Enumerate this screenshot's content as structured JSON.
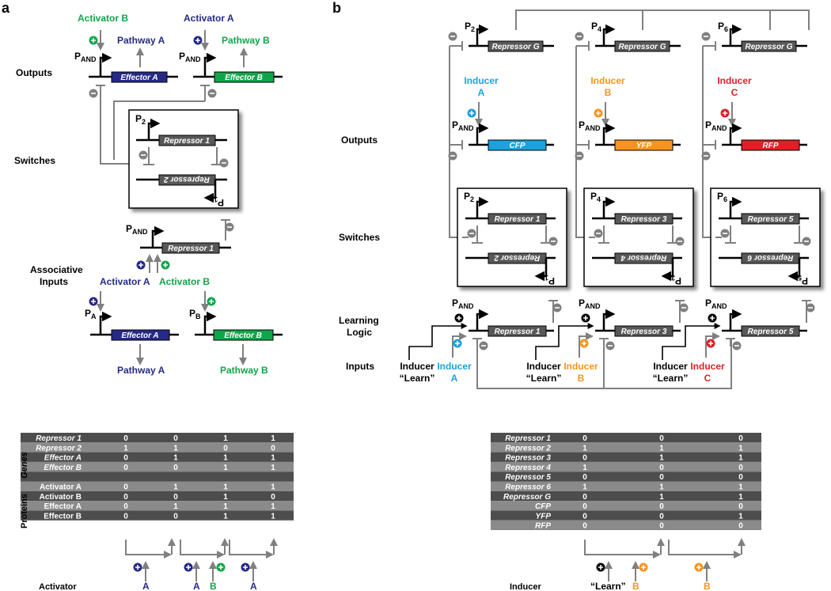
{
  "panels": {
    "a": "a",
    "b": "b"
  },
  "colors": {
    "navy": "#262a86",
    "green": "#11a54a",
    "cyan": "#1ba2dc",
    "orange": "#f7941d",
    "red": "#e21e26",
    "gray_line": "#808080",
    "gene_box": "#585858",
    "table_dark": "#4d4d4d",
    "table_light": "#8a8a8a"
  },
  "icons": {
    "plus": "plus-circle-icon",
    "minus": "minus-circle-icon",
    "promoter": "promoter-arrow-icon",
    "repression": "repression-tbar-icon"
  },
  "panel_a": {
    "sections": {
      "outputs": "Outputs",
      "switches": "Switches",
      "associative_inputs": [
        "Associative",
        "Inputs"
      ]
    },
    "outputs": {
      "act_b_top": "Activator B",
      "act_a_top": "Activator A",
      "pathway_a": "Pathway A",
      "pathway_b": "Pathway B",
      "p_and": "P",
      "p_and_sub": "AND",
      "effector_a": "Effector A",
      "effector_b": "Effector B"
    },
    "switch": {
      "p2": "P",
      "p2_sub": "2",
      "p1": "P",
      "p1_sub": "1",
      "repressor1": "Repressor 1",
      "repressor2": "Repressor 2"
    },
    "assoc": {
      "p_and": "P",
      "p_and_sub": "AND",
      "repressor1": "Repressor 1",
      "act_a": "Activator A",
      "act_b": "Activator B"
    },
    "inputs": {
      "pa": "P",
      "pa_sub": "A",
      "pb": "P",
      "pb_sub": "B",
      "effector_a": "Effector A",
      "effector_b": "Effector B",
      "pathway_a": "Pathway A",
      "pathway_b": "Pathway B"
    },
    "table": {
      "genes_label": "Genes",
      "proteins_label": "Proteins",
      "rows": [
        {
          "name": "Repressor 1",
          "italic": true,
          "values": [
            "0",
            "0",
            "1",
            "1"
          ]
        },
        {
          "name": "Repressor 2",
          "italic": true,
          "values": [
            "1",
            "1",
            "0",
            "0"
          ]
        },
        {
          "name": "Effector A",
          "italic": true,
          "values": [
            "0",
            "1",
            "1",
            "1"
          ]
        },
        {
          "name": "Effector B",
          "italic": true,
          "values": [
            "0",
            "0",
            "1",
            "1"
          ]
        },
        {
          "name": "",
          "italic": false,
          "values": [
            "",
            "",
            "",
            ""
          ]
        },
        {
          "name": "Activator A",
          "italic": false,
          "values": [
            "0",
            "1",
            "1",
            "1"
          ]
        },
        {
          "name": "Activator B",
          "italic": false,
          "values": [
            "0",
            "0",
            "1",
            "0"
          ]
        },
        {
          "name": "Effector A",
          "italic": false,
          "values": [
            "0",
            "1",
            "1",
            "1"
          ]
        },
        {
          "name": "Effector B",
          "italic": false,
          "values": [
            "0",
            "0",
            "1",
            "1"
          ]
        }
      ]
    },
    "axis": {
      "label": "Activator",
      "steps": [
        {
          "letters": [
            "A"
          ]
        },
        {
          "letters": [
            "A",
            "B"
          ]
        },
        {
          "letters": [
            "A"
          ]
        }
      ]
    }
  },
  "panel_b": {
    "sections": {
      "outputs": "Outputs",
      "switches": "Switches",
      "learning_logic": [
        "Learning",
        "Logic"
      ],
      "inputs": "Inputs"
    },
    "top_row": {
      "p2": "P",
      "p2_sub": "2",
      "p4": "P",
      "p4_sub": "4",
      "p6": "P",
      "p6_sub": "6",
      "repressor_g": "Repressor G"
    },
    "inducers": {
      "a": [
        "Inducer",
        "A"
      ],
      "b": [
        "Inducer",
        "B"
      ],
      "c": [
        "Inducer",
        "C"
      ]
    },
    "outputs": {
      "p_and": "P",
      "p_and_sub": "AND",
      "cfp": "CFP",
      "yfp": "YFP",
      "rfp": "RFP"
    },
    "switches": [
      {
        "p_top": "P",
        "p_top_sub": "2",
        "p_bot": "P",
        "p_bot_sub": "1",
        "top": "Repressor 1",
        "bottom": "Repressor 2"
      },
      {
        "p_top": "P",
        "p_top_sub": "4",
        "p_bot": "P",
        "p_bot_sub": "3",
        "top": "Repressor 3",
        "bottom": "Repressor 4"
      },
      {
        "p_top": "P",
        "p_top_sub": "6",
        "p_bot": "P",
        "p_bot_sub": "5",
        "top": "Repressor 5",
        "bottom": "Repressor 6"
      }
    ],
    "learning": [
      {
        "p": "P",
        "p_sub": "AND",
        "gene": "Repressor 1"
      },
      {
        "p": "P",
        "p_sub": "AND",
        "gene": "Repressor 3"
      },
      {
        "p": "P",
        "p_sub": "AND",
        "gene": "Repressor 5"
      }
    ],
    "inputs": [
      {
        "learn": [
          "Inducer",
          "“Learn”"
        ],
        "ind": [
          "Inducer",
          "A"
        ]
      },
      {
        "learn": [
          "Inducer",
          "“Learn”"
        ],
        "ind": [
          "Inducer",
          "B"
        ]
      },
      {
        "learn": [
          "Inducer",
          "“Learn”"
        ],
        "ind": [
          "Inducer",
          "C"
        ]
      }
    ],
    "table": {
      "rows": [
        {
          "name": "Repressor 1",
          "values": [
            "0",
            "0",
            "0"
          ]
        },
        {
          "name": "Repressor 2",
          "values": [
            "1",
            "1",
            "1"
          ]
        },
        {
          "name": "Repressor 3",
          "values": [
            "0",
            "1",
            "1"
          ]
        },
        {
          "name": "Repressor 4",
          "values": [
            "1",
            "0",
            "0"
          ]
        },
        {
          "name": "Repressor 5",
          "values": [
            "0",
            "0",
            "0"
          ]
        },
        {
          "name": "Repressor 6",
          "values": [
            "1",
            "1",
            "1"
          ]
        },
        {
          "name": "Repressor G",
          "values": [
            "0",
            "1",
            "1"
          ]
        },
        {
          "name": "CFP",
          "values": [
            "0",
            "0",
            "0"
          ]
        },
        {
          "name": "YFP",
          "values": [
            "0",
            "0",
            "1"
          ]
        },
        {
          "name": "RFP",
          "values": [
            "0",
            "0",
            "0"
          ]
        }
      ],
      "highlight": {
        "row": 8,
        "col": 2
      }
    },
    "axis": {
      "label": "Inducer",
      "step1_learn": "“Learn”",
      "step1_b": "B",
      "step2_b": "B"
    }
  }
}
